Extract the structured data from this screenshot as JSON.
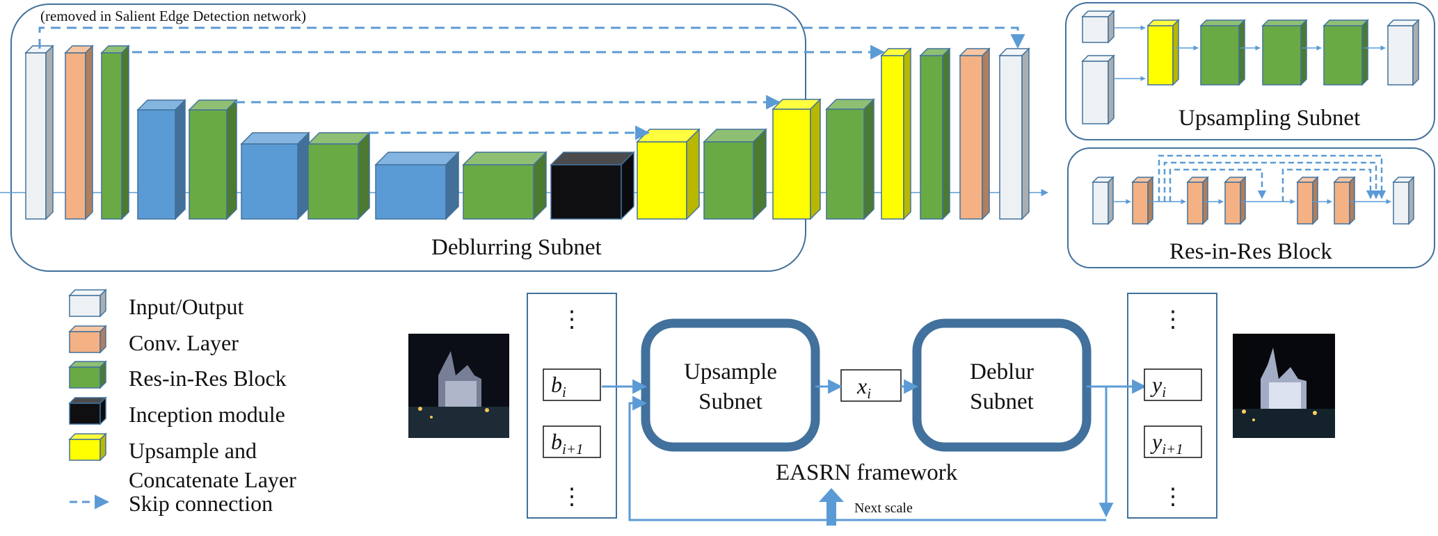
{
  "colors": {
    "input_output": "#eef1f4",
    "conv": "#f4b183",
    "resinres": "#6aaa44",
    "inception": "#0f0f12",
    "upsample": "#ffff00",
    "encoder_blue": "#5b9bd5",
    "frame": "#41719c",
    "arrow": "#5b9bd5"
  },
  "deblur_panel": {
    "title": "Deblurring Subnet",
    "note": "(removed in Salient Edge Detection network)"
  },
  "upsampling_panel": {
    "title": "Upsampling Subnet"
  },
  "resinres_panel": {
    "title": "Res-in-Res Block"
  },
  "legend": {
    "items": [
      {
        "label": "Input/Output",
        "kind": "input_output"
      },
      {
        "label": "Conv. Layer",
        "kind": "conv"
      },
      {
        "label": "Res-in-Res Block",
        "kind": "resinres"
      },
      {
        "label": "Inception module",
        "kind": "inception"
      },
      {
        "label": "Upsample and",
        "label2": "Concatenate Layer",
        "kind": "upsample"
      },
      {
        "label": "Skip connection",
        "kind": "skip"
      }
    ]
  },
  "framework": {
    "upsample_box": {
      "line1": "Upsample",
      "line2": "Subnet"
    },
    "deblur_box": {
      "line1": "Deblur",
      "line2": "Subnet"
    },
    "x_label": {
      "base": "x",
      "sub": "i"
    },
    "caption": "EASRN framework",
    "next_scale": "Next scale",
    "input_stack": [
      {
        "base": "b",
        "sub": "i"
      },
      {
        "base": "b",
        "sub": "i+1"
      }
    ],
    "output_stack": [
      {
        "base": "y",
        "sub": "i"
      },
      {
        "base": "y",
        "sub": "i+1"
      }
    ],
    "ellipsis": "⋮"
  }
}
